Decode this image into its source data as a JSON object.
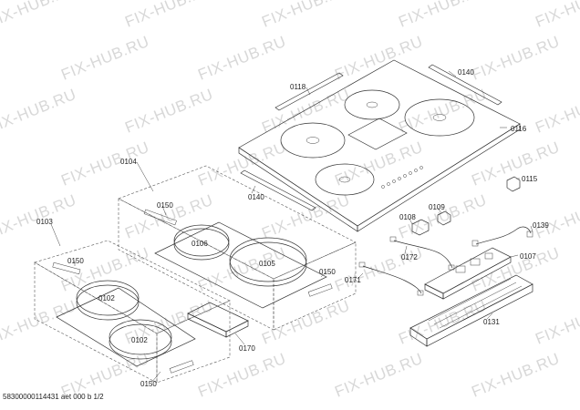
{
  "watermark": {
    "text": "FIX-HUB.RU"
  },
  "footer": {
    "code": "58300000114431 aet 000 b 1/2"
  },
  "labels": {
    "p0118": "0118",
    "p0140a": "0140",
    "p0116": "0116",
    "p0104": "0104",
    "p0140b": "0140",
    "p0115": "0115",
    "p0150a": "0150",
    "p0108": "0108",
    "p0109": "0109",
    "p0139": "0139",
    "p0103": "0103",
    "p0106": "0106",
    "p0105": "0105",
    "p0172": "0172",
    "p0107": "0107",
    "p0150b": "0150",
    "p0150c": "0150",
    "p0171": "0171",
    "p0102a": "0102",
    "p0102b": "0102",
    "p0131": "0131",
    "p0170": "0170",
    "p0150d": "0150"
  }
}
